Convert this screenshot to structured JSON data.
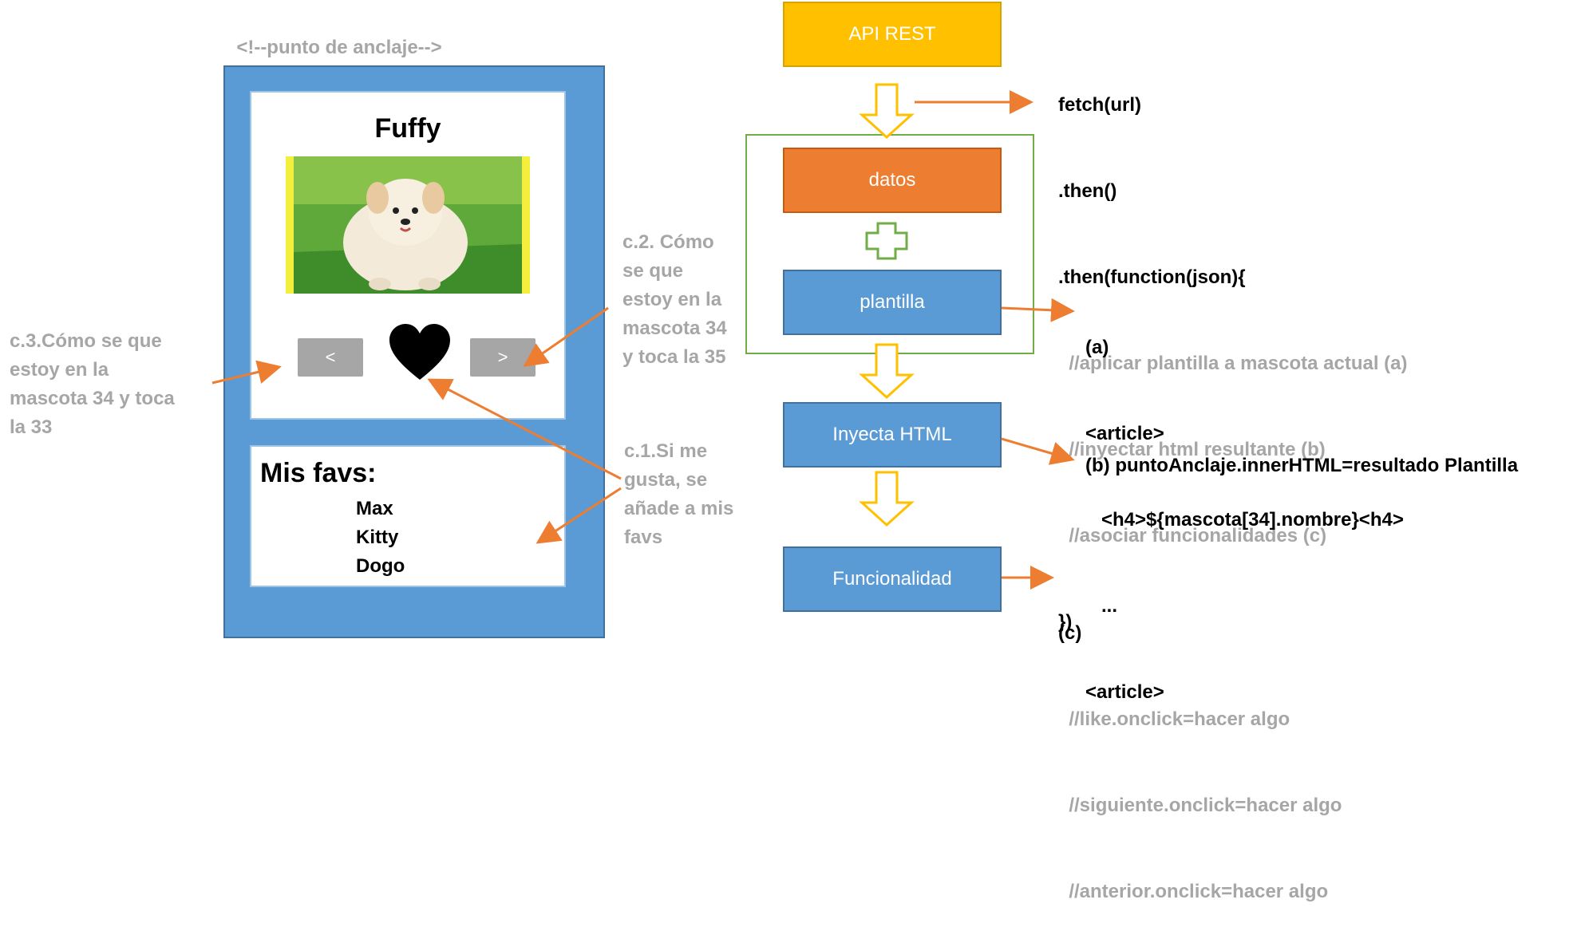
{
  "mockup": {
    "anchor_comment": "<!--punto de anclaje-->",
    "pet_name": "Fuffy",
    "prev_label": "<",
    "next_label": ">",
    "favs_title": "Mis favs:",
    "favs": [
      "Max",
      "Kitty",
      "Dogo"
    ]
  },
  "notes": {
    "c3": [
      "c.3.Cómo se que",
      "estoy en la",
      "mascota 34 y toca",
      "la 33"
    ],
    "c2": [
      "c.2. Cómo",
      "se que",
      "estoy en la",
      "mascota 34",
      "y toca la 35"
    ],
    "c1": [
      "c.1.Si me",
      "gusta, se",
      "añade a mis",
      "favs"
    ]
  },
  "flow": {
    "api": "API REST",
    "datos": "datos",
    "plantilla": "plantilla",
    "inyecta": "Inyecta HTML",
    "funcionalidad": "Funcionalidad"
  },
  "code_fetch": {
    "lines_black_top": [
      "fetch(url)",
      ".then()",
      ".then(function(json){"
    ],
    "comments": [
      "  //aplicar plantilla a mascota actual (a)",
      "  //inyectar html resultante (b)",
      "  //asociar funcionalidades (c)"
    ],
    "closing": "})"
  },
  "code_a": [
    "(a)",
    "<article>",
    "   <h4>${mascota[34].nombre}<h4>",
    "   ...",
    "<article>"
  ],
  "code_b": "(b) puntoAnclaje.innerHTML=resultado Plantilla",
  "code_c": {
    "label": "(c)",
    "comments": [
      "  //like.onclick=hacer algo",
      "  //siguiente.onclick=hacer algo",
      "  //anterior.onclick=hacer algo"
    ]
  },
  "colors": {
    "blue": "#5b9bd5",
    "orange": "#ed7d31",
    "yellow": "#ffc000",
    "green": "#70ad47",
    "gray": "#a6a6a6"
  }
}
